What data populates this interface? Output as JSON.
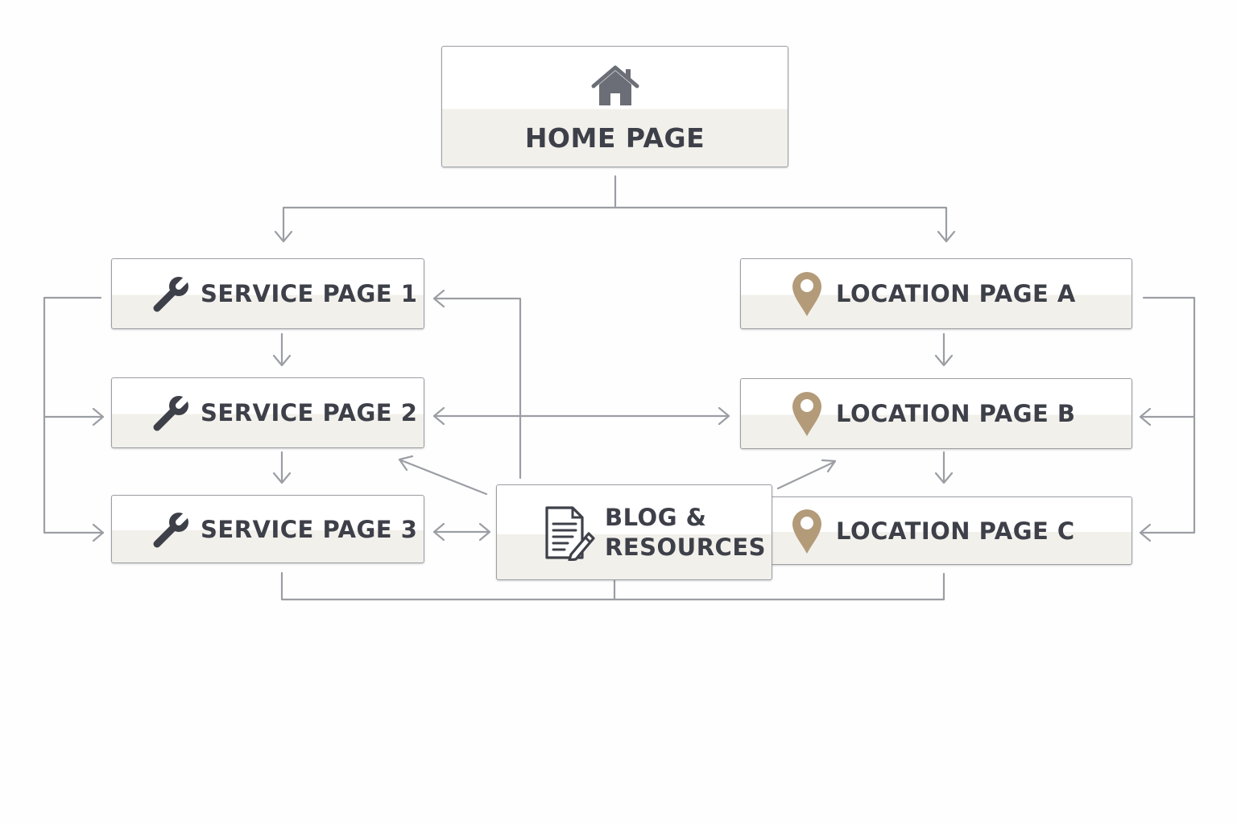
{
  "diagram": {
    "home": {
      "label": "HOME PAGE",
      "icon": "house-icon"
    },
    "services": [
      {
        "label": "SERVICE PAGE 1",
        "icon": "wrench-icon"
      },
      {
        "label": "SERVICE PAGE 2",
        "icon": "wrench-icon"
      },
      {
        "label": "SERVICE PAGE 3",
        "icon": "wrench-icon"
      }
    ],
    "locations": [
      {
        "label": "LOCATION PAGE A",
        "icon": "map-pin-icon"
      },
      {
        "label": "LOCATION PAGE B",
        "icon": "map-pin-icon"
      },
      {
        "label": "LOCATION PAGE C",
        "icon": "map-pin-icon"
      }
    ],
    "blog": {
      "line1": "BLOG &",
      "line2": "RESOURCES",
      "icon": "document-edit-icon"
    },
    "colors": {
      "text": "#3e4049",
      "connector": "#9b9ea4",
      "pin": "#b39b7a",
      "box_band": "#f2f0eb"
    }
  }
}
